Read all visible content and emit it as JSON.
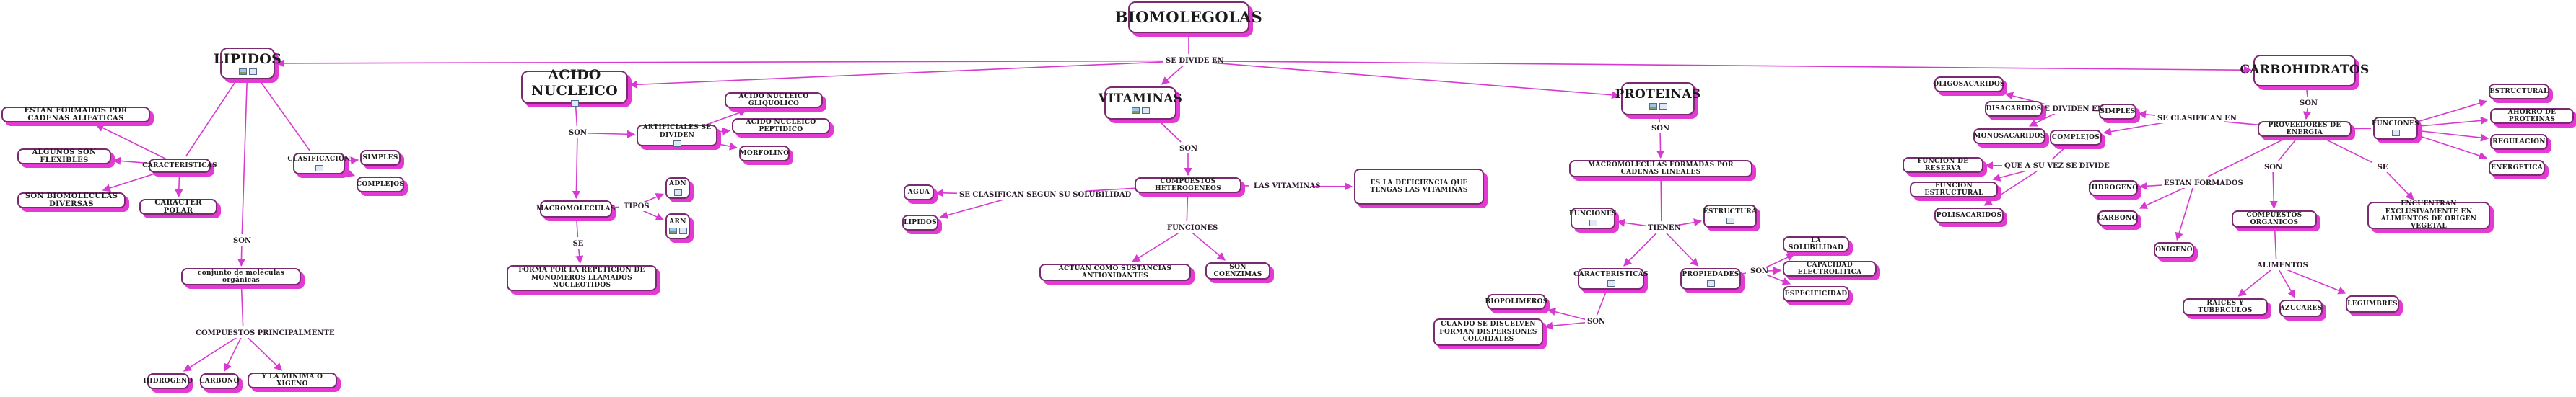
{
  "title": "BIOMOLEGOLAS",
  "connector_main": "SE DIVIDE EN",
  "lipidos": {
    "title": "LIPIDOS",
    "estan_formados": "ESTAN FORMADOS POR CADENAS ALIFATICAS",
    "algunos": "ALGUNOS SON FLEXIBLES",
    "son_biomoleculas": "SON BIOMOLECULAS DIVERSAS",
    "caracteristicas": "CARACTERISTICAS",
    "caracter": "CARACTER POLAR",
    "clasificacion": "CLASIFICACION",
    "simples": "SIMPLES",
    "complejos": "COMPLEJOS",
    "son": "SON",
    "conjunto": "conjunto de moléculas orgánicas",
    "compuestos": "COMPUESTOS PRINCIPALMENTE",
    "hidrogeno": "HIDROGENO",
    "carbono": "CARBONO",
    "oxigeno": "Y LA MINIMA O XIGENO"
  },
  "acido": {
    "title": "ACIDO NUCLEICO",
    "son": "SON",
    "artificiales": "ARTIFICIALES SE DIVIDEN",
    "glicolico": "ACIDO NUCLEICO GLIQUOLICO",
    "peptidico": "ACIDO NUCLEICO PEPTIDICO",
    "morfolino": "MORFOLINO",
    "macromoleculas": "MACROMOLECULAS",
    "tipos": "TIPOS",
    "adn": "ADN",
    "arn": "ARN",
    "se": "SE",
    "forma": "FORMA POR LA REPETICION DE MONOMEROS LLAMADOS NUCLEOTIDOS"
  },
  "vitaminas": {
    "title": "VITAMINAS",
    "son": "SON",
    "compuestos": "COMPUESTOS HETEROGENEOS",
    "se_clasifican": "SE CLASIFICAN SEGUN SU SOLUBILIDAD",
    "agua": "AGUA",
    "lipidos": "LIPIDOS",
    "las_vitaminas": "LAS VITAMINAS",
    "deficiencia": "ES LA DEFICIENCIA QUE TENGAS LAS VITAMINAS",
    "funciones": "FUNCIONES",
    "actuan": "ACTUAN COMO SUSTANCIAS ANTIOXIDANTES",
    "coenzimas": "SON COENZIMAS"
  },
  "proteinas": {
    "title": "PROTEINAS",
    "son": "SON",
    "macromoleculas": "MACROMOLECULAS FORMADAS POR CADENAS LINEALES",
    "funciones": "FUNCIONES",
    "estructura": "ESTRUCTURA",
    "tienen": "TIENEN",
    "caracteristicas": "CARACTERISTICAS",
    "propiedades": "PROPIEDADES",
    "son2": "SON",
    "solubilidad": "LA SOLUBILIDAD",
    "capacidad": "CAPACIDAD ELECTROLITICA",
    "especificidad": "ESPECIFICIDAD",
    "biopolimeros": "BIOPOLIMEROS",
    "son3": "SON",
    "dispersiones": "CUANDO SE DISUELVEN FORMAN DISPERSIONES COLOIDALES"
  },
  "carbohidratos": {
    "title": "CARBOHIDRATOS",
    "son": "SON",
    "proveedores": "PROVEEDORES DE ENERGIA",
    "se_clasifican": "SE CLASIFICAN EN",
    "simples": "SIMPLES",
    "complejos": "COMPLEJOS",
    "se_dividen": "SE DIVIDEN EN",
    "oligosacaridos": "OLIGOSACARIDOS",
    "disacaridos": "DISACARIDOS",
    "monosacaridos": "MONOSACARIDOS",
    "que_a_su_vez": "QUE A SU VEZ SE DIVIDE",
    "reserva": "FUNCION DE RESERVA",
    "estructural": "FUNCION ESTRUCTURAL",
    "polisacaridos": "POLISACARIDOS",
    "funciones": "FUNCIONES",
    "estructural2": "ESTRUCTURAL",
    "ahorro": "AHORRO DE PROTEINAS",
    "regulacion": "REGULACION",
    "energetica": "ENERGETICA",
    "se": "SE",
    "encuentran": "ENCUENTRAN EXCLUSIVAMENTE EN ALIMENTOS DE ORIGEN VEGETAL",
    "estan_formados": "ESTAN FORMADOS",
    "hidrogeno": "HIDROGENO",
    "carbono": "CARBONO",
    "oxigeno": "OXIGENO",
    "son2": "SON",
    "compuestos": "COMPUESTOS ORGANICOS",
    "alimentos": "ALIMENTOS",
    "raices": "RAICES Y TUBERCULOS",
    "azucares": "AZUCARES",
    "legumbres": "LEGUMBRES"
  },
  "colors": {
    "line": "#d63ad0",
    "node_border": "#7a2a6e",
    "shadow": "#e23ad2"
  }
}
